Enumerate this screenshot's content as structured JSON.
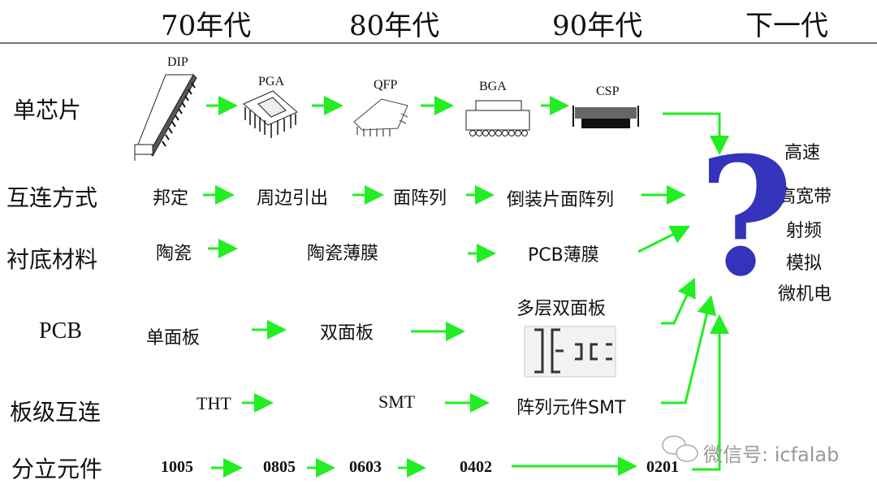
{
  "eras": [
    "70年代",
    "80年代",
    "90年代",
    "下一代"
  ],
  "rows": {
    "chip": {
      "label": "单芯片",
      "packages": [
        "DIP",
        "PGA",
        "QFP",
        "BGA",
        "CSP"
      ]
    },
    "interconnect": {
      "label": "互连方式",
      "items": [
        "邦定",
        "周边引出",
        "面阵列",
        "倒装片面阵列"
      ]
    },
    "substrate": {
      "label": "衬底材料",
      "items": [
        "陶瓷",
        "陶瓷薄膜",
        "PCB薄膜"
      ]
    },
    "pcb": {
      "label": "PCB",
      "items": [
        "单面板",
        "双面板",
        "多层双面板"
      ]
    },
    "board_interconnect": {
      "label": "板级互连",
      "items": [
        "THT",
        "SMT",
        "阵列元件SMT"
      ]
    },
    "discrete": {
      "label": "分立元件",
      "items": [
        "1005",
        "0805",
        "0603",
        "0402",
        "0201"
      ]
    }
  },
  "future": {
    "symbol": "?",
    "applications": [
      "高速",
      "高宽带",
      "射频",
      "模拟",
      "微机电"
    ]
  },
  "colors": {
    "arrow": "#22ee22",
    "question_mark": "#3333bb"
  },
  "watermark": "微信号: icfalab"
}
